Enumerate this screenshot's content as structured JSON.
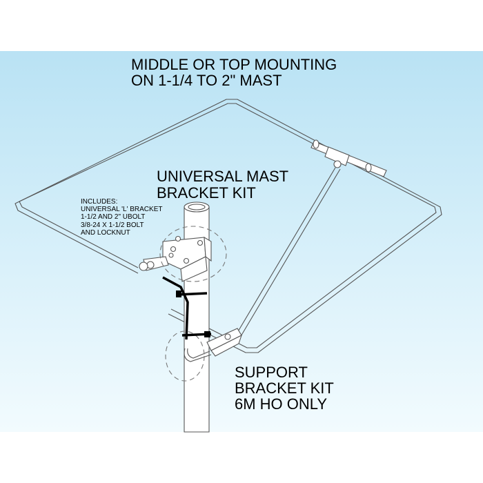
{
  "diagram": {
    "title": {
      "lines": [
        "MIDDLE OR TOP MOUNTING",
        "ON 1-1/4 TO 2\" MAST"
      ]
    },
    "mast_bracket": {
      "lines": [
        "UNIVERSAL MAST",
        "BRACKET KIT"
      ]
    },
    "includes": {
      "lines": [
        "INCLUDES:",
        "UNIVERSAL 'L' BRACKET",
        "1-1/2 AND 2\" UBOLT",
        "3/8-24 X 1-1/2 BOLT",
        "AND LOCKNUT"
      ]
    },
    "support_bracket": {
      "lines": [
        "SUPPORT",
        "BRACKET KIT",
        "6M HO ONLY"
      ]
    },
    "colors": {
      "background_top": "#b9e2f4",
      "background_bottom": "#f2fbfe",
      "line": "#555555",
      "tube_fill": "#ffffff",
      "callout": "#000000"
    }
  }
}
